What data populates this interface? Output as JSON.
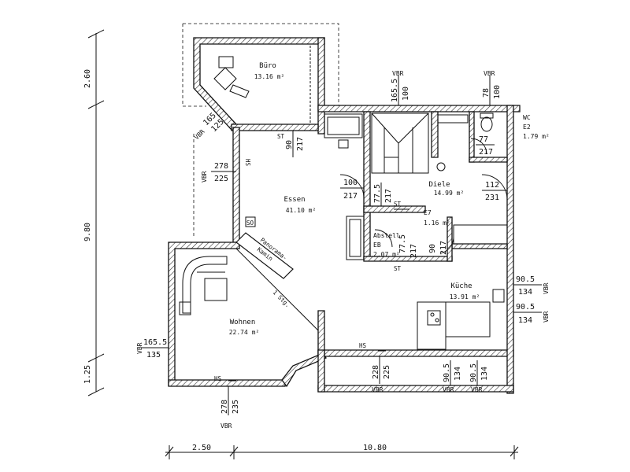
{
  "rooms": {
    "buero": {
      "name": "Büro",
      "area": "13.16 m²"
    },
    "essen": {
      "name": "Essen",
      "area": "41.10 m²"
    },
    "diele": {
      "name": "Diele",
      "area": "14.99 m²"
    },
    "wc": {
      "name": "WC",
      "sub": "E2",
      "area": "1.79 m²"
    },
    "abstell": {
      "name": "Abstell",
      "sub": "EB",
      "area": "2.07 m²"
    },
    "e7": {
      "name": "E7",
      "area": "1.16 m²"
    },
    "kueche": {
      "name": "Küche",
      "area": "13.91 m²"
    },
    "wohnen": {
      "name": "Wohnen",
      "area": "22.74 m²"
    }
  },
  "labels": {
    "panorama_kamin": "Panorama-\nKamin",
    "stufe": "1 Stg.",
    "hs": "HS",
    "st": "ST",
    "vbr": "VBR",
    "so": "SO"
  },
  "dimensions": {
    "left": [
      "2.60",
      "9.80",
      "1.25"
    ],
    "bottom": [
      "2.50",
      "10.80"
    ],
    "openings": [
      {
        "id": "buero_win",
        "top": "165",
        "bottom": "125"
      },
      {
        "id": "buero_door",
        "top": "90",
        "bottom": "217"
      },
      {
        "id": "essen_left_win",
        "top": "278",
        "bottom": "225"
      },
      {
        "id": "essen_top_win",
        "top": "165.5",
        "bottom": "100"
      },
      {
        "id": "wc_top_win",
        "top": "78",
        "bottom": "100"
      },
      {
        "id": "wc_door",
        "top": "77",
        "bottom": "217"
      },
      {
        "id": "essen_diele_a",
        "top": "100",
        "bottom": "217"
      },
      {
        "id": "essen_diele_b",
        "top": "77.5",
        "bottom": "217"
      },
      {
        "id": "diele_right",
        "top": "112",
        "bottom": "231"
      },
      {
        "id": "abstell_door",
        "top": "77.5",
        "bottom": "217"
      },
      {
        "id": "e7_door",
        "top": "90",
        "bottom": "217"
      },
      {
        "id": "kueche_win_a",
        "top": "90.5",
        "bottom": "134"
      },
      {
        "id": "kueche_win_b",
        "top": "90.5",
        "bottom": "134"
      },
      {
        "id": "wohnen_left",
        "top": "165.5",
        "bottom": "135"
      },
      {
        "id": "wohnen_bottom",
        "top": "278",
        "bottom": "235"
      },
      {
        "id": "hs_bottom",
        "top": "228",
        "bottom": "225"
      },
      {
        "id": "bot_win_a",
        "top": "90.5",
        "bottom": "134"
      },
      {
        "id": "bot_win_b",
        "top": "90.5",
        "bottom": "134"
      }
    ]
  },
  "colors": {
    "ink": "#111111",
    "hatch": "#333333",
    "paper": "#ffffff"
  }
}
